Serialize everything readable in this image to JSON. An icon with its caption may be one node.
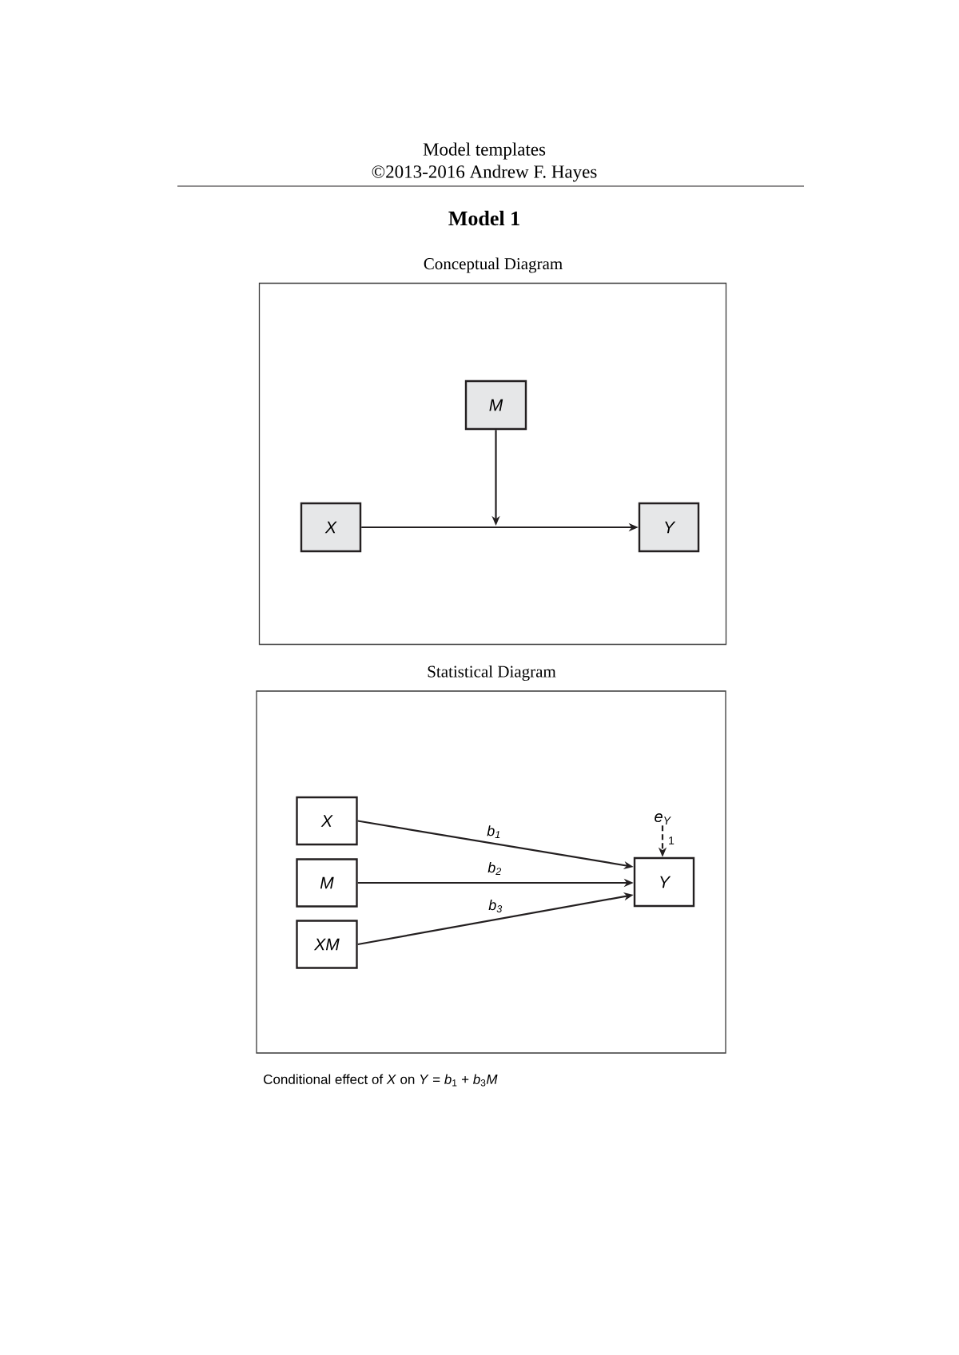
{
  "diagram": {
    "title": "Model 1",
    "nodes": [
      {
        "text": [
          "Conceptual Diagram"
        ]
      },
      {
        "text": [
          "M"
        ],
        "in": 0
      },
      {
        "text": [
          "X"
        ],
        "in": 0
      },
      {
        "text": [
          "Y"
        ],
        "in": 0
      },
      {
        "text": [
          "Statistical Diagram"
        ]
      },
      {
        "text": [
          "X"
        ],
        "in": 4
      },
      {
        "text": [
          "M"
        ],
        "in": 4
      },
      {
        "text": [
          "XM"
        ],
        "in": 4
      },
      {
        "text": [
          "e$_{Y}$"
        ],
        "in": 4
      },
      {
        "text": [
          "Y"
        ],
        "in": 4
      }
    ],
    "edges": [
      {
        "from": 2,
        "to": 3,
        "arrow": "to"
      },
      {
        "from": 1,
        "to": null,
        "arrow": "to"
      },
      {
        "from": 5,
        "to": 9,
        "arrow": "to",
        "label": "b$_{1}$"
      },
      {
        "from": 6,
        "to": 9,
        "arrow": "to",
        "label": "b$_{2}$"
      },
      {
        "from": 7,
        "to": 9,
        "arrow": "to",
        "label": "b$_{3}$"
      },
      {
        "from": 8,
        "to": 9,
        "arrow": "to",
        "label": "1",
        "style": "dashed"
      }
    ],
    "labels": [
      "Model templates",
      "©2013-2016 Andrew F. Hayes",
      "Conditional effect of *X* on *Y* = *b*$_{1}$ + *b*$_{3}$*M*"
    ]
  }
}
